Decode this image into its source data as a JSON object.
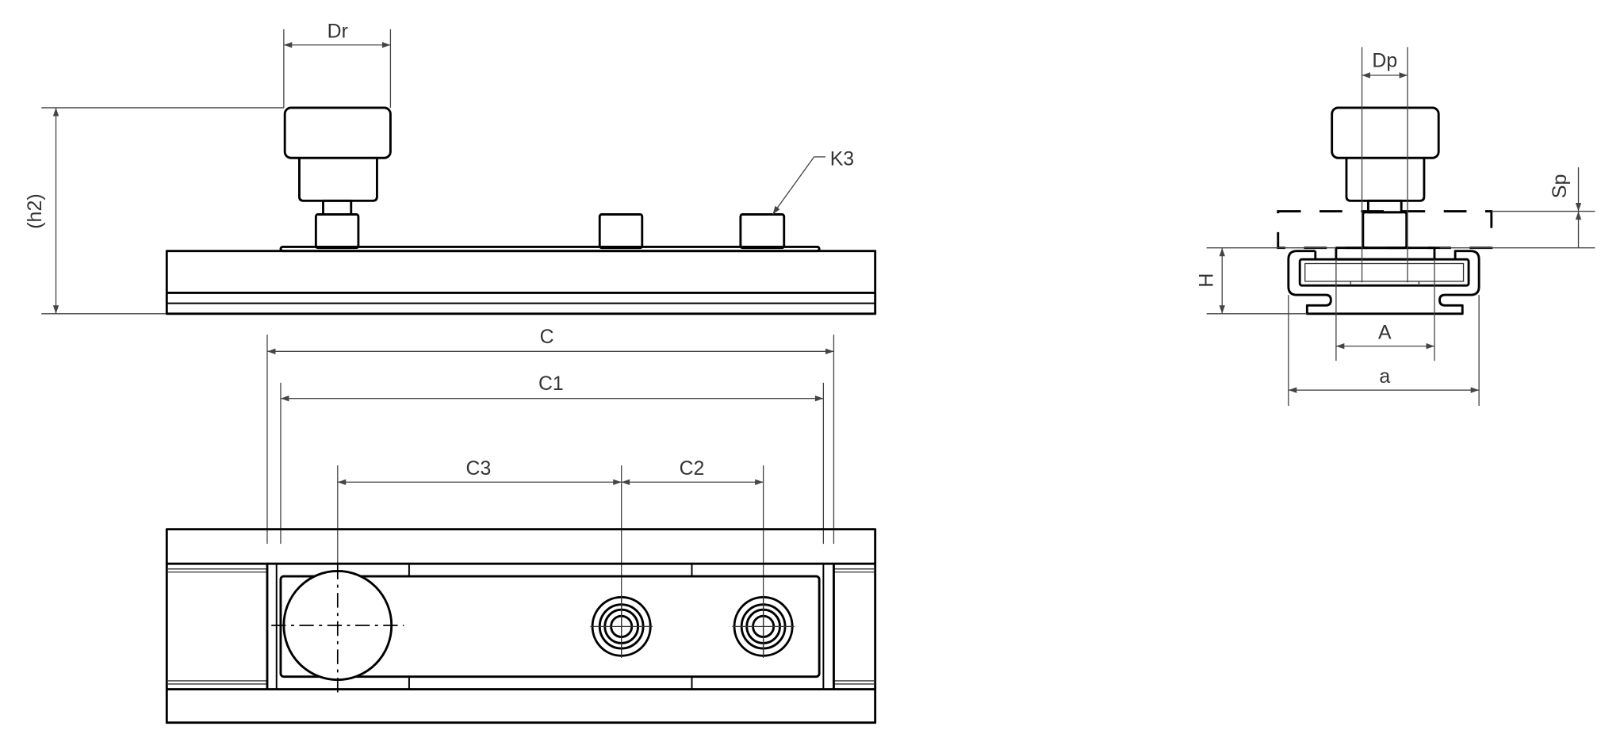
{
  "drawing": {
    "side_view": {
      "dr_label": "Dr",
      "h2_label": "(h2)",
      "k3_label": "K3"
    },
    "top_view": {
      "c_label": "C",
      "c1_label": "C1",
      "c3_label": "C3",
      "c2_label": "C2"
    },
    "end_view": {
      "dp_label": "Dp",
      "sp_label": "Sp",
      "h_label": "H",
      "a_upper_label": "A",
      "a_lower_label": "a"
    },
    "line_color": "#000000",
    "dimension_color": "#444444"
  }
}
